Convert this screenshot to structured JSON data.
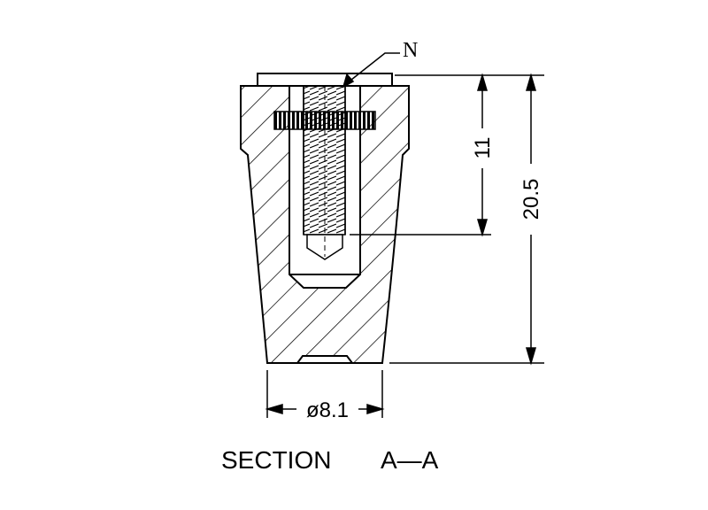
{
  "labels": {
    "callout_n": "N",
    "dim_thread_depth": "11",
    "dim_total_height": "20.5",
    "dim_diameter": "ø8.1",
    "section_title": "SECTION",
    "section_id": "A—A"
  },
  "colors": {
    "line": "#000000",
    "background": "#ffffff"
  }
}
